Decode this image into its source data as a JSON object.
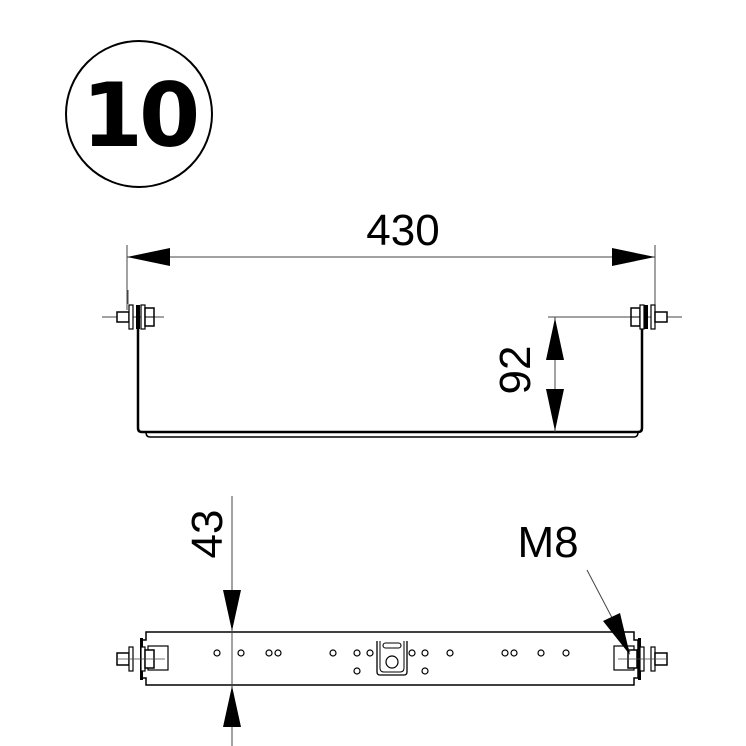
{
  "step_badge": {
    "number": "10"
  },
  "front_view": {
    "width_dimension": "430",
    "height_dimension": "92"
  },
  "top_view": {
    "depth_dimension": "43",
    "bolt_callout": "M8"
  },
  "colors": {
    "line": "#000000",
    "background": "#ffffff",
    "thin_line": "#444444"
  }
}
